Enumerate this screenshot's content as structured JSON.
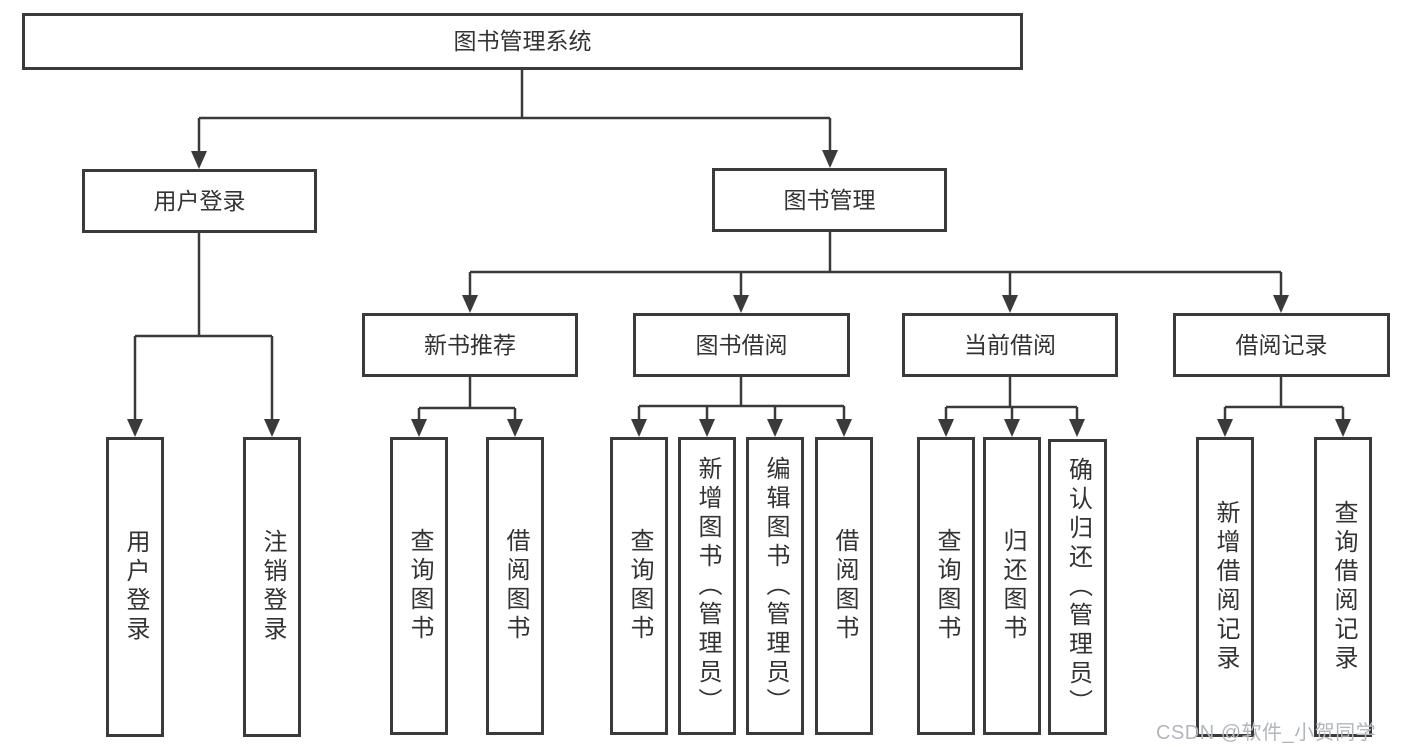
{
  "diagram": {
    "type": "tree",
    "line_color": "#3a3a3a",
    "text_color": "#333333",
    "root": {
      "label": "图书管理系统",
      "children": [
        {
          "label": "用户登录",
          "children": [
            {
              "label": "用户登录"
            },
            {
              "label": "注销登录"
            }
          ]
        },
        {
          "label": "图书管理",
          "children": [
            {
              "label": "新书推荐",
              "children": [
                {
                  "label": "查询图书"
                },
                {
                  "label": "借阅图书"
                }
              ]
            },
            {
              "label": "图书借阅",
              "children": [
                {
                  "label": "查询图书"
                },
                {
                  "label": "新增图书（管理员）"
                },
                {
                  "label": "编辑图书（管理员）"
                },
                {
                  "label": "借阅图书"
                }
              ]
            },
            {
              "label": "当前借阅",
              "children": [
                {
                  "label": "查询图书"
                },
                {
                  "label": "归还图书"
                },
                {
                  "label": "确认归还（管理员）"
                }
              ]
            },
            {
              "label": "借阅记录",
              "children": [
                {
                  "label": "新增借阅记录"
                },
                {
                  "label": "查询借阅记录"
                }
              ]
            }
          ]
        }
      ]
    }
  },
  "watermark": {
    "text": "CSDN @软件_小贺同学",
    "color": "#b2b6bd"
  }
}
